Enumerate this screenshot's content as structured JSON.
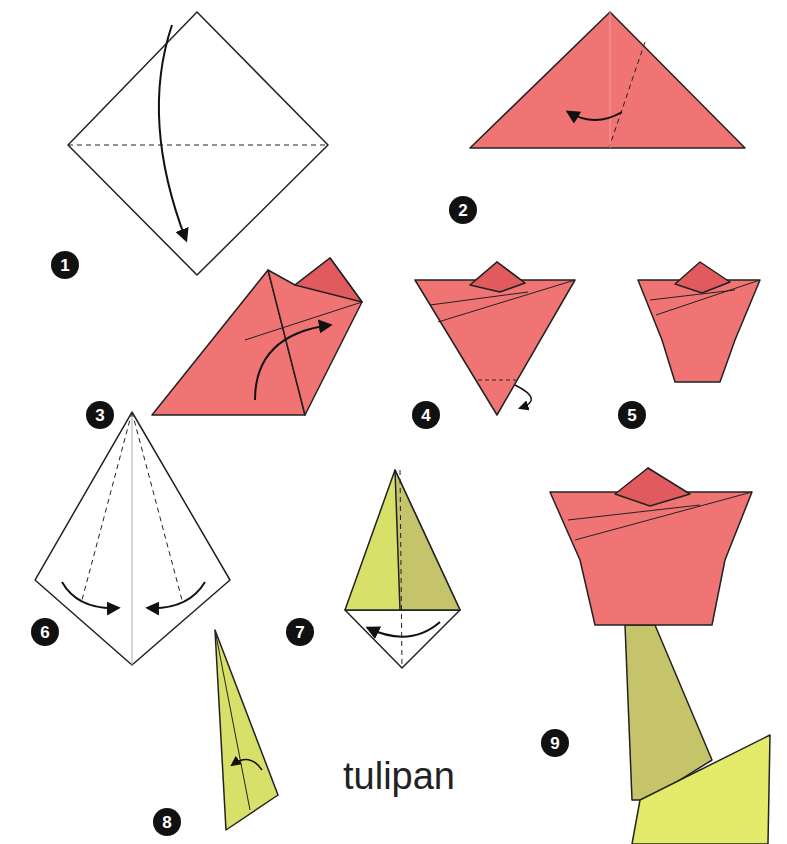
{
  "diagram": {
    "nodes": [
      {
        "text": [
          "1"
        ]
      },
      {
        "text": [
          "2"
        ]
      },
      {
        "text": [
          "3"
        ]
      },
      {
        "text": [
          "4"
        ]
      },
      {
        "text": [
          "5"
        ]
      },
      {
        "text": [
          "6"
        ]
      },
      {
        "text": [
          "7"
        ]
      },
      {
        "text": [
          "8"
        ]
      },
      {
        "text": [
          "9"
        ]
      }
    ],
    "labels": [
      "tulipan"
    ]
  }
}
